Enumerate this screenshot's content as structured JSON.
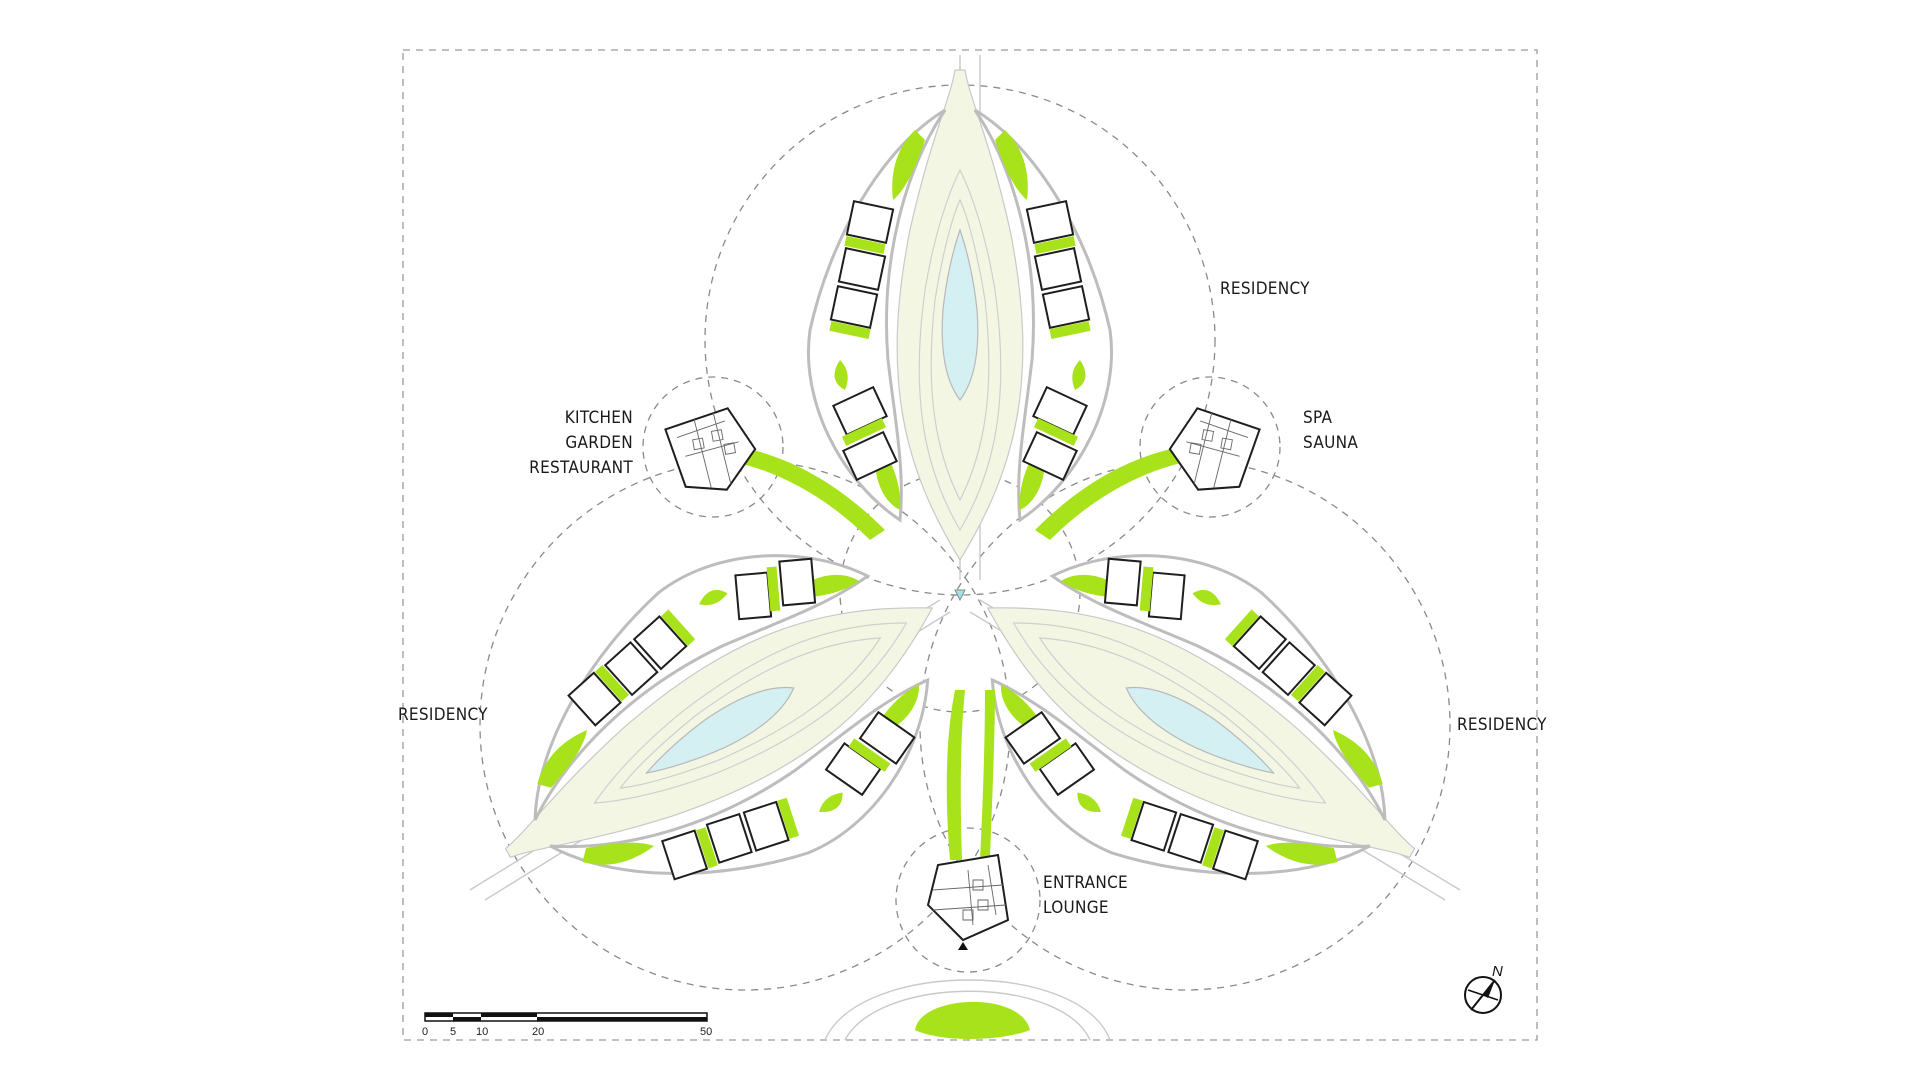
{
  "labels": {
    "residency_north": "RESIDENCY",
    "residency_west": "RESIDENCY",
    "residency_east": "RESIDENCY",
    "kitchen_line1": "KITCHEN",
    "kitchen_line2": "GARDEN",
    "kitchen_line3": "RESTAURANT",
    "spa_line1": "SPA",
    "spa_line2": "SAUNA",
    "entrance_line1": "ENTRANCE",
    "entrance_line2": "LOUNGE"
  },
  "scale_bar": {
    "ticks": [
      "0",
      "5",
      "10",
      "20",
      "50"
    ]
  },
  "north_arrow": {
    "letter": "N"
  },
  "colors": {
    "landscape_green": "#a8e21a",
    "water": "#d4f0f3",
    "paving": "#f4f6e4"
  }
}
